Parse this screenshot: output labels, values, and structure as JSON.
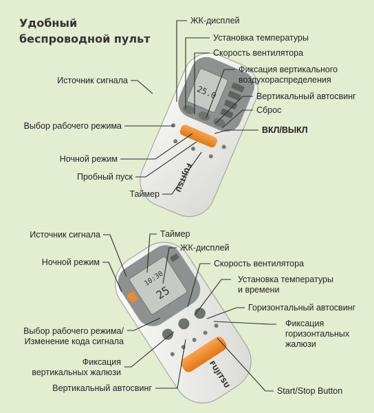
{
  "title": [
    "Удобный",
    "беспроводной пульт"
  ],
  "remote1": {
    "display_text": "25.0",
    "brand": "FUJITSU",
    "labels": {
      "lcd": "ЖК-дисплей",
      "temp_set": "Установка температуры",
      "fan_speed": "Скорость вентилятора",
      "vert_fix_1": "Фиксация вертикального",
      "vert_fix_2": "воздухораспределения",
      "vert_swing": "Вертикальный автосвинг",
      "reset": "Сброс",
      "on_off": "ВКЛ/ВЫКЛ",
      "signal_source": "Источник сигнала",
      "mode_select": "Выбор рабочего режима",
      "night_mode": "Ночной режим",
      "test_run": "Пробный пуск",
      "timer": "Таймер"
    }
  },
  "remote2": {
    "display_time": "10:30",
    "display_temp": "25",
    "brand": "FUJITSU",
    "labels": {
      "signal_source": "Источник сигнала",
      "timer": "Таймер",
      "lcd": "ЖК-дисплей",
      "night_mode": "Ночной режим",
      "fan_speed": "Скорость вентилятора",
      "temp_time_1": "Установка температуры",
      "temp_time_2": "и времени",
      "horiz_swing": "Горизонтальный автосвинг",
      "horiz_fix_1": "Фиксация",
      "horiz_fix_2": "горизонтальных",
      "horiz_fix_3": "жалюзи",
      "mode_code_1": "Выбор рабочего режима/",
      "mode_code_2": "Изменение кода сигнала",
      "vert_fix_1": "Фиксация",
      "vert_fix_2": "вертикальных жалюзи",
      "vert_swing": "Вертикальный автосвинг",
      "start_stop": "Start/Stop Button"
    }
  },
  "colors": {
    "background": "#e3edcf",
    "leader_line": "#2b2b2b",
    "remote_body": "#f1f1ee",
    "display_panel": "#8d9290",
    "lcd_screen": "#c6cac4",
    "accent_orange": "#f08a2c"
  }
}
